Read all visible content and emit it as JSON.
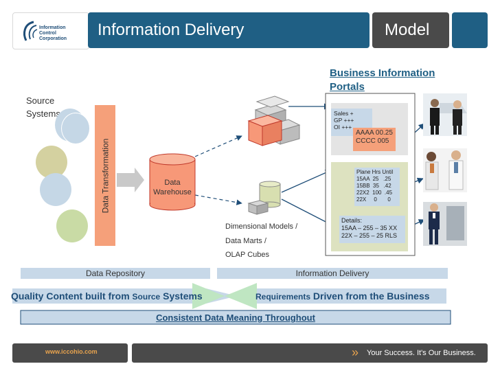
{
  "header": {
    "logo_line1": "Information",
    "logo_line2": "Control",
    "logo_line3": "Corporation",
    "title": "Information Delivery",
    "model": "Model"
  },
  "diagram": {
    "source_systems": "Source\nSystems",
    "data_transformation": "Data Transformation",
    "data_warehouse": "Data\nWarehouse",
    "dimensional_models": "Dimensional Models /",
    "data_marts": "Data Marts /",
    "olap_cubes": "OLAP Cubes",
    "portals_title": "Business Information\nPortals",
    "sales_card": "Sales +\nGP +++\nOI +++",
    "codes_card": "AAAA 00.25\nCCCC 005",
    "plane_card": "Plane Hrs Until\n15AA  25   .25\n15BB  35   .42\n22X2  100  .45\n22X     0       0",
    "details_card": "Details:\n15AA – 255 – 35 XX\n22X – 255 – 25 RLS"
  },
  "bands": {
    "data_repository": "Data Repository",
    "information_delivery": "Information Delivery",
    "quality_left_a": "Quality Content built from ",
    "quality_left_b": "Source",
    "quality_left_c": " Systems",
    "quality_right_a": "Requirements",
    "quality_right_b": " Driven from the Business",
    "consistent": "Consistent Data Meaning Throughout"
  },
  "footer": {
    "url": "www.iccohio.com",
    "tagline": "Your Success. It's Our Business.",
    "chevrons": "»"
  },
  "colors": {
    "header_blue": "#1f5f84",
    "header_gray": "#4a4a4a",
    "transform_orange": "#f5a07a",
    "warehouse": "#f79878",
    "portal_green": "#dde2c0",
    "band_blue": "#c7d8e8"
  }
}
